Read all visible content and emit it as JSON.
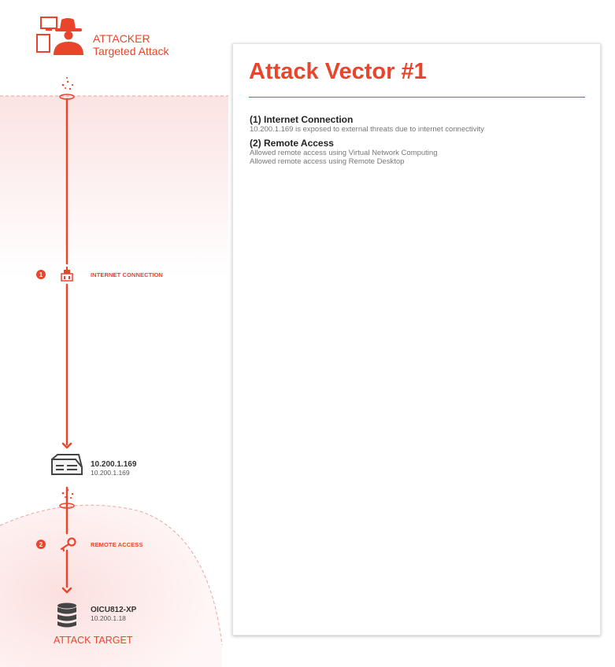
{
  "diagram": {
    "attacker": {
      "title": "ATTACKER",
      "subtitle": "Targeted Attack"
    },
    "steps": [
      {
        "number": "1",
        "label": "INTERNET CONNECTION"
      },
      {
        "number": "2",
        "label": "REMOTE ACCESS"
      }
    ],
    "nodes": [
      {
        "name": "10.200.1.169",
        "ip": "10.200.1.169"
      },
      {
        "name": "OICU812-XP",
        "ip": "10.200.1.18"
      }
    ],
    "target_label": "ATTACK TARGET"
  },
  "panel": {
    "title": "Attack Vector #1",
    "sections": [
      {
        "heading": "(1) Internet Connection",
        "lines": [
          "10.200.1.169 is exposed to external threats due to internet connectivity"
        ]
      },
      {
        "heading": "(2) Remote Access",
        "lines": [
          "Allowed remote access using Virtual Network Computing",
          "Allowed remote access using Remote Desktop"
        ]
      }
    ]
  },
  "colors": {
    "accent": "#e8452c",
    "zone_fill": "#fdf0f0",
    "dashed": "#f2a29a",
    "icon_dark": "#444444"
  }
}
